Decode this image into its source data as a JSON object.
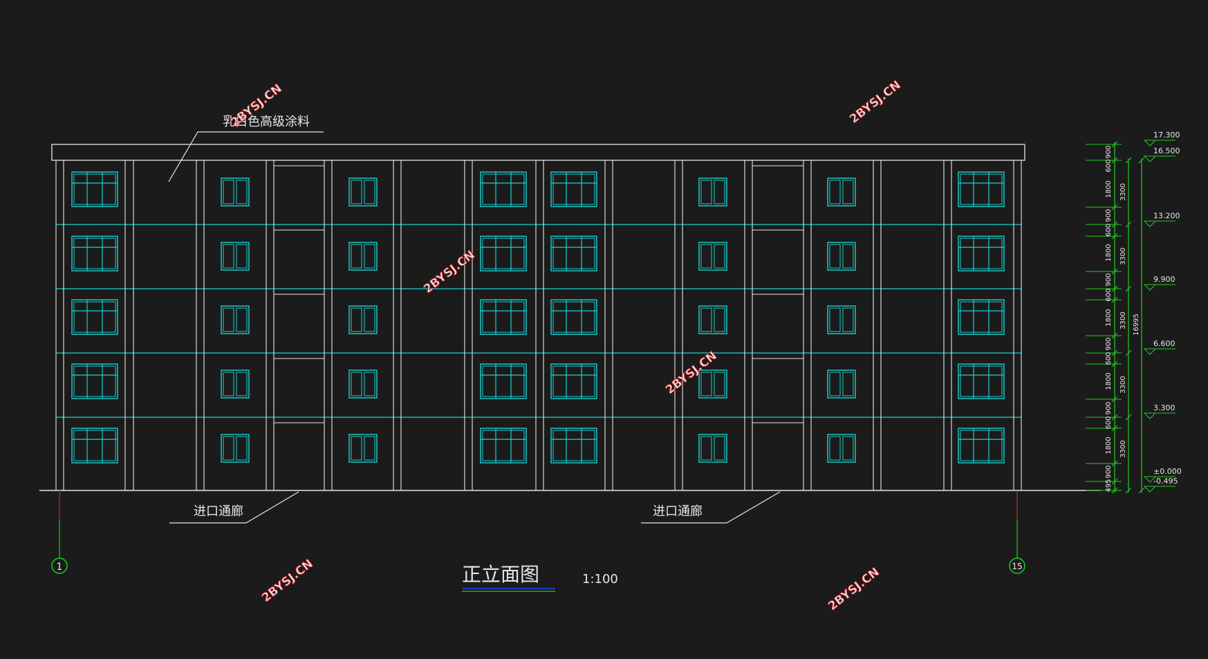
{
  "drawing": {
    "title": "正立面图",
    "scale": "1:100",
    "material_note": "乳白色高级涂料",
    "entrance_labels": [
      "进口通廊",
      "进口通廊"
    ],
    "axis_labels": [
      "1",
      "15"
    ],
    "watermark": "2BYSJ.CN",
    "elevation_marks": [
      "17.300",
      "16.500",
      "13.200",
      "9.900",
      "6.600",
      "3.300",
      "±0.000",
      "-0.495"
    ],
    "dimensions": {
      "inner_chain": [
        "900",
        "600",
        "1800",
        "900",
        "600",
        "1800",
        "900",
        "600",
        "1800",
        "900",
        "600",
        "1800",
        "900",
        "600",
        "1800",
        "900",
        "495"
      ],
      "floor_chain": [
        "3300",
        "3300",
        "3300",
        "3300",
        "3300"
      ],
      "total": "16995"
    }
  },
  "colors": {
    "background": "#1b1b1b",
    "linework": "#e8e8e8",
    "windows": "#19d3d3",
    "dimensions": "#22cc22",
    "axis_lead": "#dd2222",
    "watermark": "#e8e8e8",
    "watermark_outline": "#cc1f1f",
    "title_underline": "#2244ee"
  }
}
